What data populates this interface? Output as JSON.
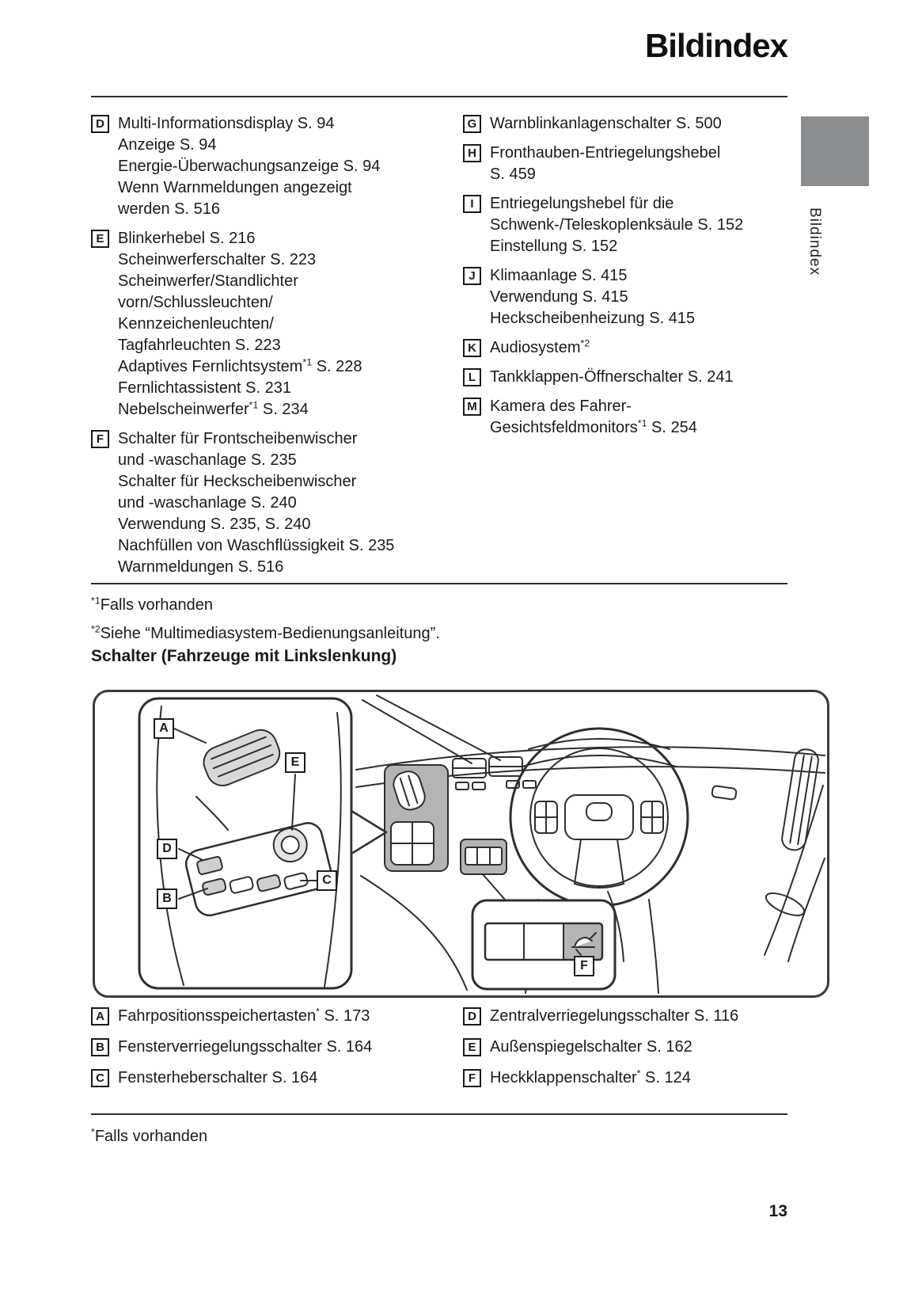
{
  "header": {
    "title": "Bildindex",
    "side_tab_label": "Bildindex"
  },
  "colors": {
    "tab_gray": "#8b8e90",
    "highlight_gray": "#b4b4b4"
  },
  "top_index": {
    "left": [
      {
        "letter": "D",
        "lines": [
          "Multi-Informationsdisplay S. 94",
          "Anzeige S. 94",
          "Energie-Überwachungsanzeige S. 94",
          "Wenn Warnmeldungen angezeigt",
          "werden S. 516"
        ]
      },
      {
        "letter": "E",
        "lines": [
          "Blinkerhebel S. 216",
          "Scheinwerferschalter S. 223",
          "Scheinwerfer/Standlichter",
          "vorn/Schlussleuchten/",
          "Kennzeichenleuchten/",
          "Tagfahrleuchten S. 223",
          [
            "Adaptives Fernlichtsystem",
            {
              "sup": "*1"
            },
            " S. 228"
          ],
          "Fernlichtassistent S. 231",
          [
            "Nebelscheinwerfer",
            {
              "sup": "*1"
            },
            " S. 234"
          ]
        ]
      },
      {
        "letter": "F",
        "lines": [
          "Schalter für Frontscheibenwischer",
          "und -waschanlage S. 235",
          "Schalter für Heckscheibenwischer",
          "und -waschanlage S. 240",
          "Verwendung S. 235, S. 240",
          "Nachfüllen von Waschflüssigkeit S. 235",
          "Warnmeldungen S. 516"
        ]
      }
    ],
    "right": [
      {
        "letter": "G",
        "lines": [
          "Warnblinkanlagenschalter S. 500"
        ]
      },
      {
        "letter": "H",
        "lines": [
          "Fronthauben-Entriegelungshebel",
          "S. 459"
        ]
      },
      {
        "letter": "I",
        "lines": [
          "Entriegelungshebel für die",
          "Schwenk-/Teleskoplenksäule S. 152",
          "Einstellung S. 152"
        ]
      },
      {
        "letter": "J",
        "lines": [
          "Klimaanlage S. 415",
          "Verwendung S. 415",
          "Heckscheibenheizung S. 415"
        ]
      },
      {
        "letter": "K",
        "lines": [
          [
            "Audiosystem",
            {
              "sup": "*2"
            }
          ]
        ]
      },
      {
        "letter": "L",
        "lines": [
          "Tankklappen-Öffnerschalter S. 241"
        ]
      },
      {
        "letter": "M",
        "lines": [
          "Kamera des Fahrer-",
          [
            "Gesichtsfeldmonitors",
            {
              "sup": "*1"
            },
            " S. 254"
          ]
        ]
      }
    ]
  },
  "footnotes_top": [
    [
      {
        "sup": "*1"
      },
      "Falls vorhanden"
    ],
    [
      {
        "sup": "*2"
      },
      "Siehe “Multimediasystem-Bedienungsanleitung”."
    ]
  ],
  "section": {
    "heading": "Schalter (Fahrzeuge mit Linkslenkung)"
  },
  "illustration": {
    "labels": [
      "A",
      "E",
      "D",
      "B",
      "C",
      "F"
    ]
  },
  "bottom_index": {
    "left": [
      {
        "letter": "A",
        "segments": [
          "Fahrpositionsspeichertasten",
          {
            "sup": "*"
          },
          " S. 173"
        ]
      },
      {
        "letter": "B",
        "segments": [
          "Fensterverriegelungsschalter S. 164"
        ]
      },
      {
        "letter": "C",
        "segments": [
          "Fensterheberschalter S. 164"
        ]
      }
    ],
    "right": [
      {
        "letter": "D",
        "segments": [
          "Zentralverriegelungsschalter S. 116"
        ]
      },
      {
        "letter": "E",
        "segments": [
          "Außenspiegelschalter S. 162"
        ]
      },
      {
        "letter": "F",
        "segments": [
          "Heckklappenschalter",
          {
            "sup": "*"
          },
          " S. 124"
        ]
      }
    ]
  },
  "footnote_bottom": [
    {
      "sup": "*"
    },
    "Falls vorhanden"
  ],
  "footer": {
    "page_number": "13"
  }
}
